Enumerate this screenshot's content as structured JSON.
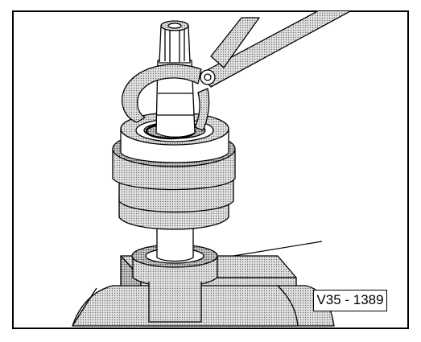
{
  "figure": {
    "label": "V35 - 1389",
    "colors": {
      "ink": "#000000",
      "shade": "#c8c8c8",
      "paper": "#ffffff"
    },
    "parts": [
      "pliers",
      "shaft",
      "circlip",
      "gear-stack",
      "vise-jaws",
      "pointer-line"
    ]
  }
}
